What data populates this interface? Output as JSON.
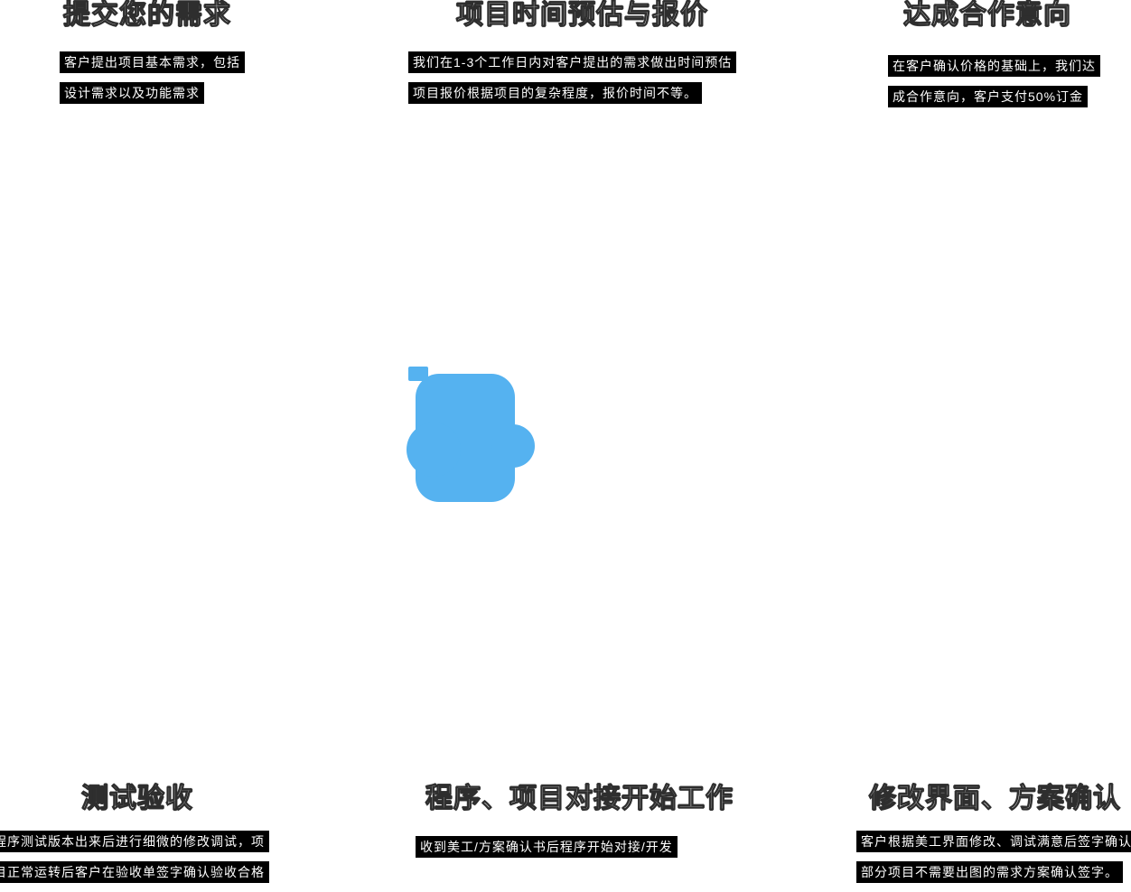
{
  "page": {
    "background": "#ffffff",
    "accent_blue": "#55b2f0",
    "highlight_black": "#000000"
  },
  "steps": [
    {
      "title": "提交您的需求",
      "desc_lines": [
        "客户提出项目基本需求，包括",
        "设计需求以及功能需求"
      ]
    },
    {
      "title": "项目时间预估与报价",
      "desc_lines": [
        "我们在1-3个工作日内对客户提出的需求做出时间预估",
        "项目报价根据项目的复杂程度，报价时间不等。"
      ]
    },
    {
      "title": "达成合作意向",
      "desc_lines": [
        "在客户确认价格的基础上，我们达",
        "成合作意向，客户支付50%订金"
      ]
    },
    {
      "title": "测试验收",
      "desc_lines": [
        "程序测试版本出来后进行细微的修改调试，项",
        "目正常运转后客户在验收单签字确认验收合格"
      ]
    },
    {
      "title": "程序、项目对接开始工作",
      "desc_lines": [
        "收到美工/方案确认书后程序开始对接/开发"
      ]
    },
    {
      "title": "修改界面、方案确认",
      "desc_lines": [
        "客户根据美工界面修改、调试满意后签字确认",
        "部分项目不需要出图的需求方案确认签字。"
      ]
    }
  ],
  "center_icon": {
    "name": "process-figure-icon",
    "color": "#55b2f0"
  }
}
